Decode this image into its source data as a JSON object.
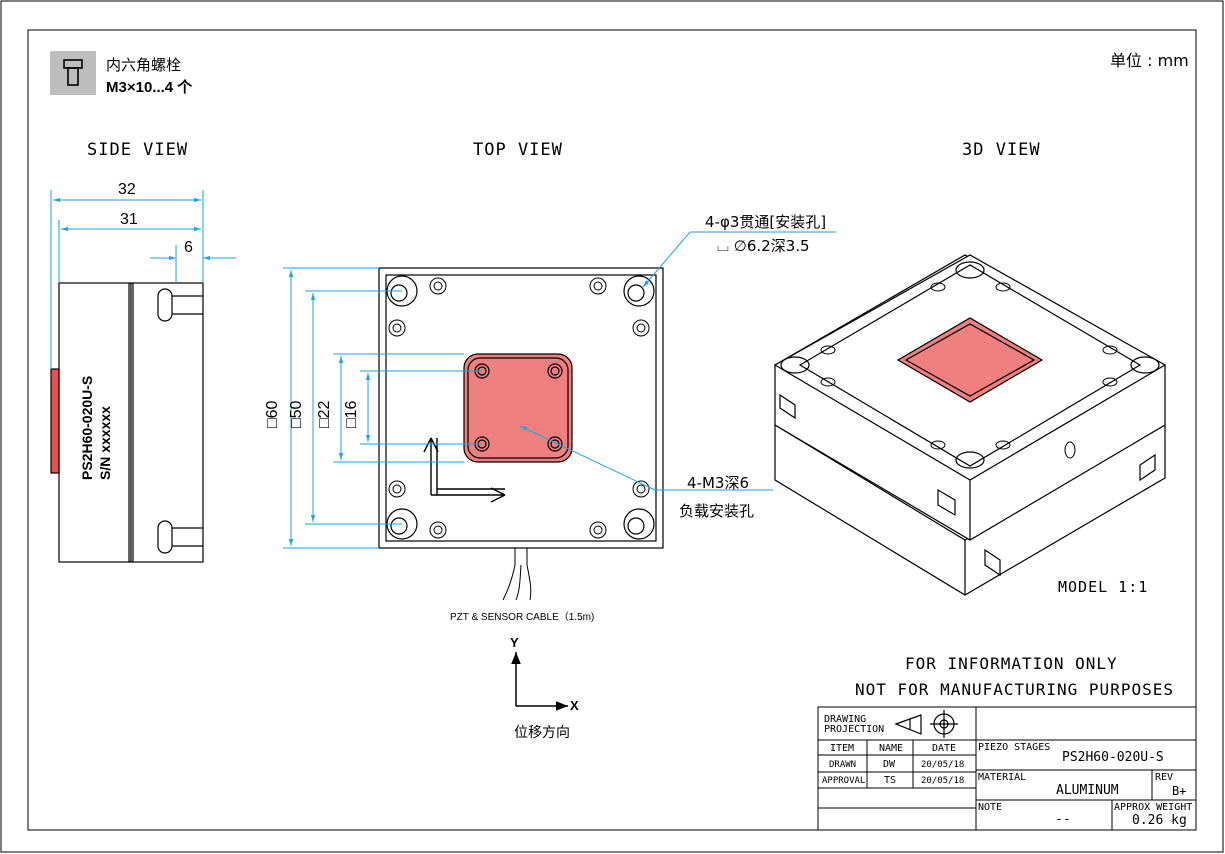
{
  "bolt": {
    "icon": "hex-bolt-icon",
    "name": "内六角螺栓",
    "spec": "M3×10...4 个"
  },
  "unit": "单位 : mm",
  "views": {
    "side": "SIDE VIEW",
    "top": "TOP VIEW",
    "iso": "3D VIEW"
  },
  "side_dims": {
    "d32": "32",
    "d31": "31",
    "d6": "6",
    "label_model": "PS2H60-020U-S",
    "label_sn": "S/N xxxxxx"
  },
  "top_dims": {
    "d60": "□60",
    "d50": "□50",
    "d22": "□22",
    "d16": "□16",
    "hole_note_1": "4-φ3贯通[安装孔]",
    "hole_note_2": "⌴ ∅6.2深3.5",
    "thread_note_1": "4-M3深6",
    "thread_note_2": "负载安装孔",
    "cable": "PZT & SENSOR CABLE（1.5m)"
  },
  "axes": {
    "y": "Y",
    "x": "X",
    "caption": "位移方向"
  },
  "model_scale": "MODEL 1:1",
  "disclaimer": {
    "line1": "FOR INFORMATION ONLY",
    "line2": "NOT FOR MANUFACTURING PURPOSES"
  },
  "title_block": {
    "projection_1": "DRAWING",
    "projection_2": "PROJECTION",
    "projection_icon": "first-angle-projection-icon",
    "hdr_item": "ITEM",
    "hdr_name": "NAME",
    "hdr_date": "DATE",
    "drawn": "DRAWN",
    "drawn_name": "DW",
    "drawn_date": "20/05/18",
    "approval": "APPROVAL",
    "approval_name": "TS",
    "approval_date": "20/05/18",
    "piezo_label": "PIEZO STAGES",
    "piezo_value": "PS2H60-020U-S",
    "material_label": "MATERIAL",
    "material_value": "ALUMINUM",
    "rev_label": "REV",
    "rev_value": "B+",
    "note_label": "NOTE",
    "note_value": "--",
    "weight_label": "APPROX WEIGHT",
    "weight_value": "0.26 kg"
  },
  "colors": {
    "line": "#000000",
    "dimension": "#1aa6e0",
    "stage_top": "#f08080",
    "sn_plate": "#e85050",
    "bolt_box": "#bdbdbd"
  }
}
